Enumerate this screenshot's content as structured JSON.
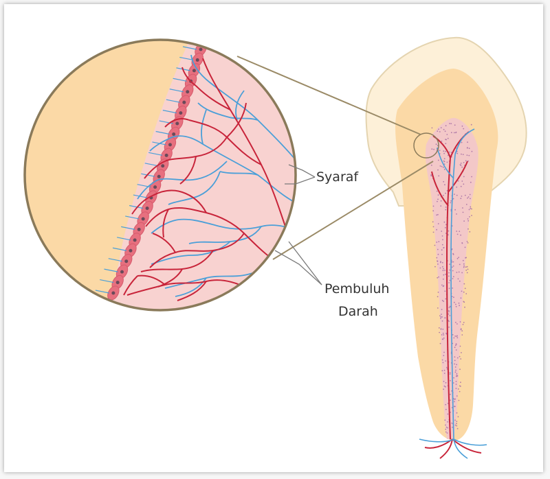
{
  "labels": {
    "nerve": "Syaraf",
    "vessel_line1": "Pembuluh",
    "vessel_line2": "Darah"
  },
  "colors": {
    "enamel": "#fdf0d8",
    "dentin": "#fbd9a6",
    "pulp": "#f8d2d0",
    "blood_vessel": "#c8243a",
    "nerve": "#4a9fd8",
    "odontoblast": "#e7707f",
    "outline": "#b09a70"
  }
}
